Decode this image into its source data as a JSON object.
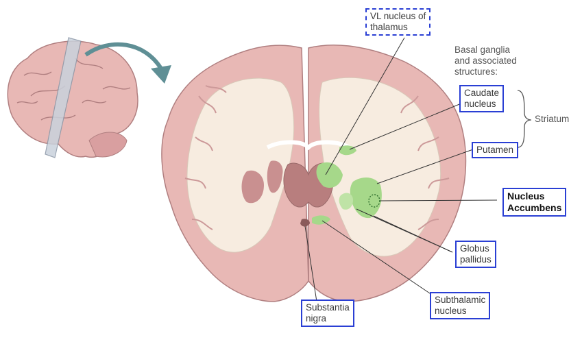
{
  "labels": {
    "vl_thalamus": "VL  nucleus of\nthalamus",
    "basal_ganglia": "Basal ganglia\nand associated\nstructures:",
    "caudate": "Caudate\nnucleus",
    "striatum": "Striatum",
    "putamen": "Putamen",
    "nucleus_accumbens": "Nucleus\nAccumbens",
    "globus_pallidus": "Globus\npallidus",
    "subthalamic": "Subthalamic\nnucleus",
    "substantia_nigra": "Substantia\nnigra"
  },
  "colors": {
    "box_border": "#2a3fd4",
    "brain_tissue": "#e8b8b5",
    "white_matter": "#f7ece0",
    "highlight": "#a6d88a",
    "dark_tissue": "#b87e7e",
    "slice_plane": "#9aa5b4"
  }
}
